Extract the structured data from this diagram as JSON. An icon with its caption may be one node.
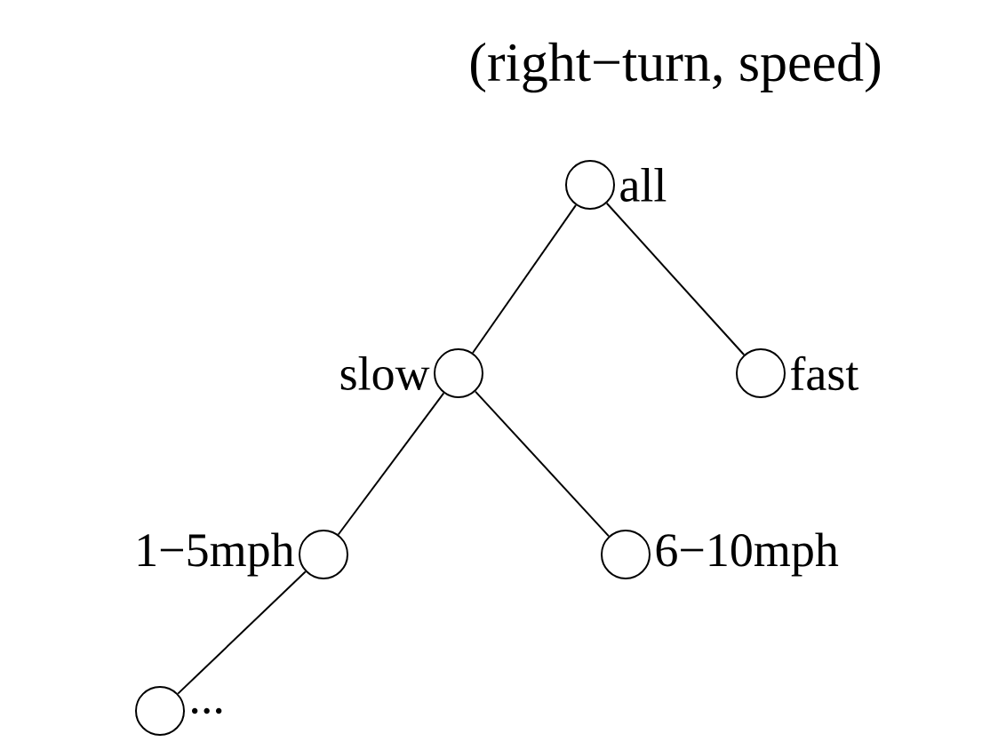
{
  "diagram": {
    "title": "(right−turn, speed)",
    "nodes": [
      {
        "text": [],
        "shape": "circle",
        "beside": [
          "all"
        ]
      },
      {
        "text": [],
        "shape": "circle",
        "beside": [
          "slow"
        ]
      },
      {
        "text": [],
        "shape": "circle",
        "beside": [
          "fast"
        ]
      },
      {
        "text": [],
        "shape": "circle",
        "beside": [
          "1−5mph"
        ]
      },
      {
        "text": [],
        "shape": "circle",
        "beside": [
          "6−10mph"
        ]
      },
      {
        "text": [],
        "shape": "circle",
        "beside": [
          "..."
        ]
      }
    ],
    "edges": [
      {
        "from": 0,
        "to": 1,
        "arrow": "none"
      },
      {
        "from": 0,
        "to": 2,
        "arrow": "none"
      },
      {
        "from": 1,
        "to": 3,
        "arrow": "none"
      },
      {
        "from": 1,
        "to": 4,
        "arrow": "none"
      },
      {
        "from": 3,
        "to": 5,
        "arrow": "none"
      }
    ]
  }
}
